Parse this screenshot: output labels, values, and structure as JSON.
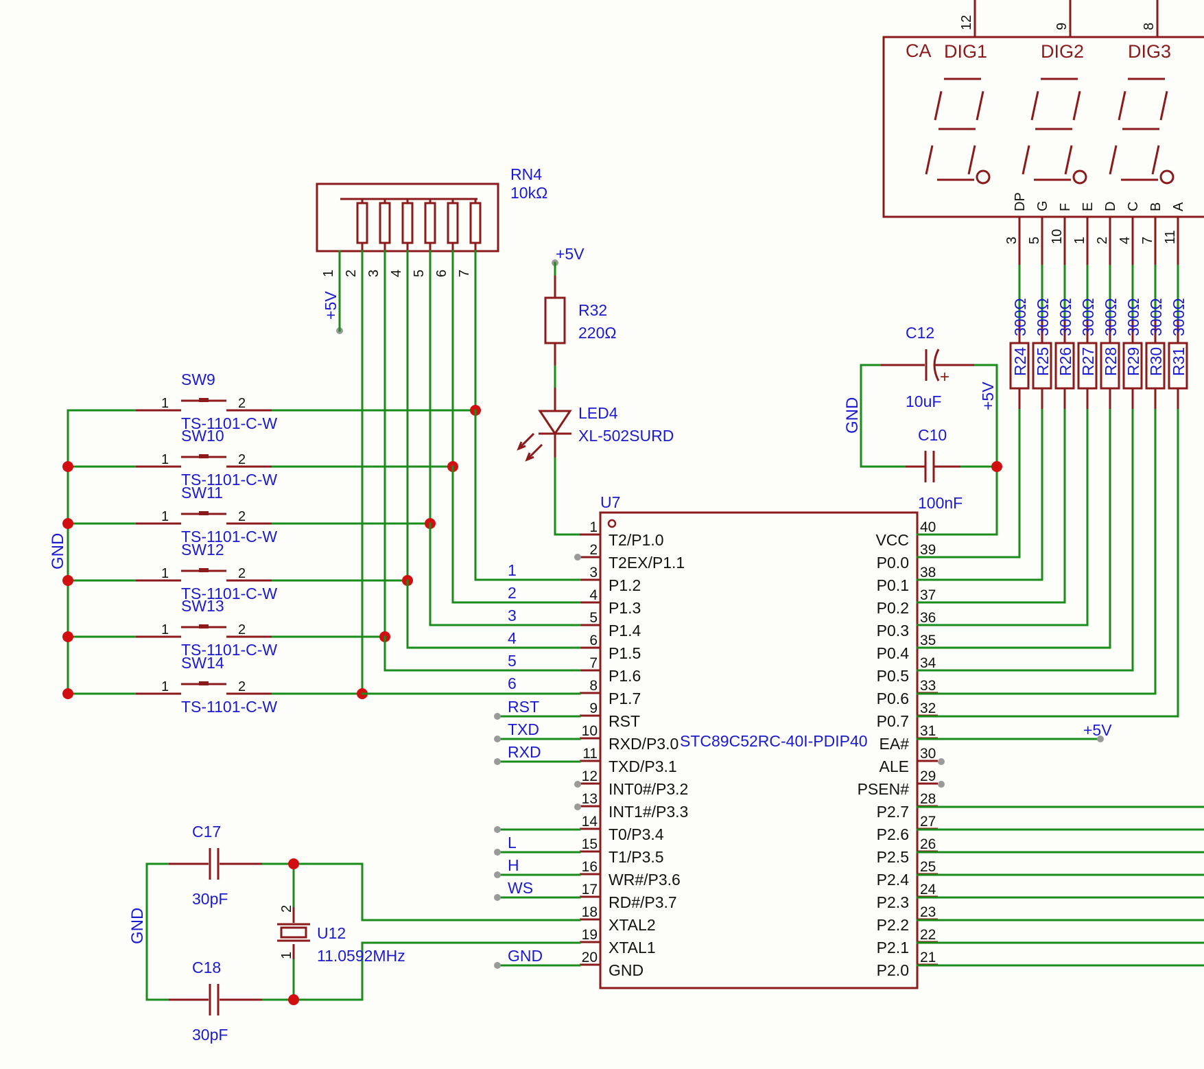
{
  "rn4": {
    "ref": "RN4",
    "value": "10kΩ",
    "pins": [
      "1",
      "2",
      "3",
      "4",
      "5",
      "6",
      "7"
    ]
  },
  "power": {
    "p5v": "+5V",
    "gnd": "GND"
  },
  "r32": {
    "ref": "R32",
    "value": "220Ω"
  },
  "led4": {
    "ref": "LED4",
    "value": "XL-502SURD"
  },
  "switches": [
    {
      "ref": "SW9",
      "value": "TS-1101-C-W"
    },
    {
      "ref": "SW10",
      "value": "TS-1101-C-W"
    },
    {
      "ref": "SW11",
      "value": "TS-1101-C-W"
    },
    {
      "ref": "SW12",
      "value": "TS-1101-C-W"
    },
    {
      "ref": "SW13",
      "value": "TS-1101-C-W"
    },
    {
      "ref": "SW14",
      "value": "TS-1101-C-W"
    }
  ],
  "switch_pins": [
    "1",
    "2"
  ],
  "c12": {
    "ref": "C12",
    "value": "10uF",
    "polarity": "+"
  },
  "c10": {
    "ref": "C10",
    "value": "100nF"
  },
  "c17": {
    "ref": "C17",
    "value": "30pF"
  },
  "c18": {
    "ref": "C18",
    "value": "30pF"
  },
  "u12": {
    "ref": "U12",
    "value": "11.0592MHz",
    "pins": [
      "2",
      "1"
    ]
  },
  "display": {
    "ca": "CA",
    "digits": [
      "DIG1",
      "DIG2",
      "DIG3"
    ],
    "digit_pins": [
      "12",
      "9",
      "8"
    ],
    "segments": [
      "DP",
      "G",
      "F",
      "E",
      "D",
      "C",
      "B",
      "A"
    ],
    "segment_pins": [
      "3",
      "5",
      "10",
      "1",
      "2",
      "4",
      "7",
      "11"
    ]
  },
  "seg_resistors": [
    {
      "ref": "R24",
      "value": "300Ω"
    },
    {
      "ref": "R25",
      "value": "300Ω"
    },
    {
      "ref": "R26",
      "value": "300Ω"
    },
    {
      "ref": "R27",
      "value": "300Ω"
    },
    {
      "ref": "R28",
      "value": "300Ω"
    },
    {
      "ref": "R29",
      "value": "300Ω"
    },
    {
      "ref": "R30",
      "value": "300Ω"
    },
    {
      "ref": "R31",
      "value": "300Ω"
    }
  ],
  "u7": {
    "ref": "U7",
    "part": "STC89C52RC-40I-PDIP40",
    "left_pins": [
      {
        "num": "1",
        "name": "T2/P1.0"
      },
      {
        "num": "2",
        "name": "T2EX/P1.1"
      },
      {
        "num": "3",
        "name": "P1.2"
      },
      {
        "num": "4",
        "name": "P1.3"
      },
      {
        "num": "5",
        "name": "P1.4"
      },
      {
        "num": "6",
        "name": "P1.5"
      },
      {
        "num": "7",
        "name": "P1.6"
      },
      {
        "num": "8",
        "name": "P1.7"
      },
      {
        "num": "9",
        "name": "RST"
      },
      {
        "num": "10",
        "name": "RXD/P3.0"
      },
      {
        "num": "11",
        "name": "TXD/P3.1"
      },
      {
        "num": "12",
        "name": "INT0#/P3.2"
      },
      {
        "num": "13",
        "name": "INT1#/P3.3"
      },
      {
        "num": "14",
        "name": "T0/P3.4"
      },
      {
        "num": "15",
        "name": "T1/P3.5"
      },
      {
        "num": "16",
        "name": "WR#/P3.6"
      },
      {
        "num": "17",
        "name": "RD#/P3.7"
      },
      {
        "num": "18",
        "name": "XTAL2"
      },
      {
        "num": "19",
        "name": "XTAL1"
      },
      {
        "num": "20",
        "name": "GND"
      }
    ],
    "right_pins": [
      {
        "num": "40",
        "name": "VCC"
      },
      {
        "num": "39",
        "name": "P0.0"
      },
      {
        "num": "38",
        "name": "P0.1"
      },
      {
        "num": "37",
        "name": "P0.2"
      },
      {
        "num": "36",
        "name": "P0.3"
      },
      {
        "num": "35",
        "name": "P0.4"
      },
      {
        "num": "34",
        "name": "P0.5"
      },
      {
        "num": "33",
        "name": "P0.6"
      },
      {
        "num": "32",
        "name": "P0.7"
      },
      {
        "num": "31",
        "name": "EA#"
      },
      {
        "num": "30",
        "name": "ALE"
      },
      {
        "num": "29",
        "name": "PSEN#"
      },
      {
        "num": "28",
        "name": "P2.7"
      },
      {
        "num": "27",
        "name": "P2.6"
      },
      {
        "num": "26",
        "name": "P2.5"
      },
      {
        "num": "25",
        "name": "P2.4"
      },
      {
        "num": "24",
        "name": "P2.3"
      },
      {
        "num": "23",
        "name": "P2.2"
      },
      {
        "num": "22",
        "name": "P2.1"
      },
      {
        "num": "21",
        "name": "P2.0"
      }
    ]
  },
  "net_labels": {
    "key_nets": [
      "1",
      "2",
      "3",
      "4",
      "5",
      "6"
    ],
    "rst": "RST",
    "txd": "TXD",
    "rxd": "RXD",
    "l": "L",
    "h": "H",
    "ws": "WS",
    "gnd": "GND"
  },
  "colors": {
    "wire": "#198c19",
    "body": "#8b1a1a",
    "label": "#1a1ad0",
    "junction": "#d01010",
    "background": "#fdfdfa"
  }
}
